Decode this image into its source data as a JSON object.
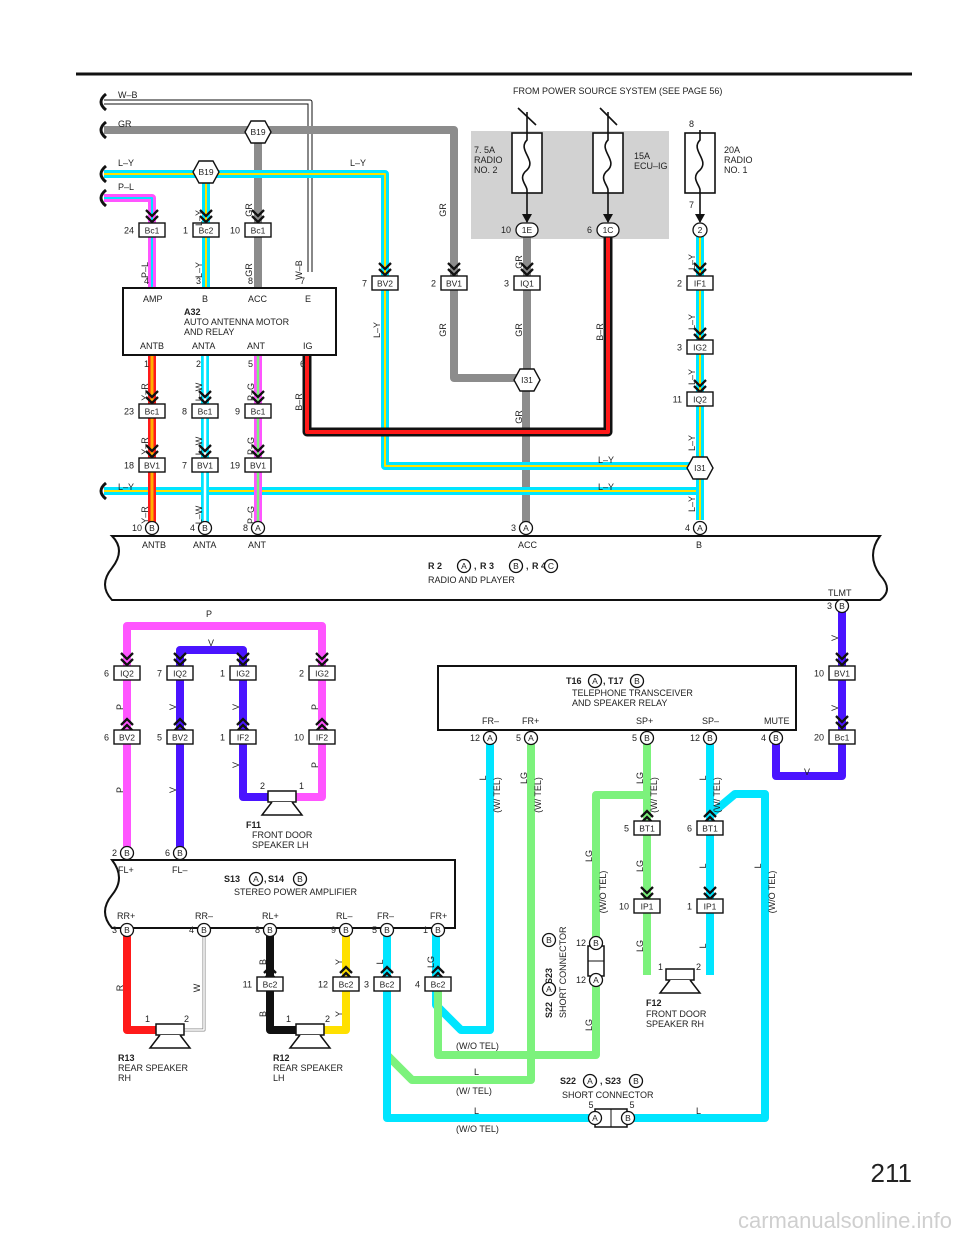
{
  "page": {
    "number": "211",
    "watermark": "carmanualsonline.info"
  },
  "colors": {
    "GR": "#8c8c8c",
    "L": "#00e5ff",
    "LG": "#7cf27c",
    "P": "#ff55ff",
    "V": "#4a14ff",
    "R": "#ff1a1a",
    "Y": "#ffe000",
    "B": "#111111",
    "W": "#ffffff",
    "O": "#ffb000",
    "ground": "#d2d2d2"
  },
  "power_source": {
    "note": "FROM POWER SOURCE SYSTEM (SEE PAGE 56)",
    "fuses": [
      {
        "lines": [
          "7. 5A",
          "RADIO",
          "NO. 2"
        ],
        "pin_in": "",
        "pin_out": "10",
        "connector": "1E"
      },
      {
        "lines": [
          "15A",
          "ECU–IG"
        ],
        "pin_in": "",
        "pin_out": "6",
        "connector": "1C"
      },
      {
        "lines": [
          "20A",
          "RADIO",
          "NO. 1"
        ],
        "pin_in": "8",
        "pin_out": "7",
        "connector": "2"
      }
    ]
  },
  "components": {
    "A32": {
      "id": "A32",
      "lines": [
        "AUTO ANTENNA MOTOR",
        "AND RELAY"
      ],
      "top_terms": [
        "AMP",
        "B",
        "ACC",
        "E"
      ],
      "bottom_terms": [
        "ANTB",
        "ANTA",
        "ANT",
        "IG"
      ]
    },
    "R2": {
      "title_parts": [
        "R 2",
        "A",
        ",",
        "R 3",
        "B",
        ",",
        "R 4",
        "C"
      ],
      "name": "RADIO AND PLAYER",
      "terms": [
        "ANTB",
        "ANTA",
        "ANT",
        "ACC",
        "B"
      ],
      "tlmt": "TLMT"
    },
    "T16": {
      "title_parts": [
        "T16",
        "A",
        ",",
        "T17",
        "B"
      ],
      "lines": [
        "TELEPHONE TRANSCEIVER",
        "AND SPEAKER RELAY"
      ],
      "terms": [
        "FR–",
        "FR+",
        "SP+",
        "SP–",
        "MUTE"
      ]
    },
    "S13": {
      "title_parts": [
        "S13",
        "A",
        ",",
        "S14",
        "B"
      ],
      "name": "STEREO POWER AMPLIFIER",
      "top_terms": [
        "FL+",
        "FL–"
      ],
      "bottom_terms": [
        "RR+",
        "RR–",
        "RL+",
        "RL–",
        "FR–",
        "FR+"
      ]
    },
    "F11": {
      "id": "F11",
      "lines": [
        "FRONT DOOR",
        "SPEAKER LH"
      ]
    },
    "F12": {
      "id": "F12",
      "lines": [
        "FRONT DOOR",
        "SPEAKER RH"
      ]
    },
    "R13": {
      "id": "R13",
      "lines": [
        "REAR SPEAKER",
        "RH"
      ]
    },
    "R12": {
      "id": "R12",
      "lines": [
        "REAR SPEAKER",
        "LH"
      ]
    },
    "S22_vertical": {
      "title_parts": [
        "S22",
        "A",
        ",",
        "S23",
        "B"
      ],
      "name": "SHORT CONNECTOR"
    },
    "S22_bottom": {
      "title_parts": [
        "S22",
        "A",
        ",",
        "S23",
        "B"
      ],
      "name": "SHORT CONNECTOR"
    }
  },
  "junctions": {
    "B19": "B19",
    "I31": "I31"
  },
  "connectors": [
    {
      "pin": "24",
      "code": "Bc1"
    },
    {
      "pin": "1",
      "code": "Bc2"
    },
    {
      "pin": "10",
      "code": "Bc1"
    },
    {
      "pin": "7",
      "code": "BV2"
    },
    {
      "pin": "2",
      "code": "BV1"
    },
    {
      "pin": "3",
      "code": "IQ1"
    },
    {
      "pin": "2",
      "code": "IF1"
    },
    {
      "pin": "3",
      "code": "IG2"
    },
    {
      "pin": "11",
      "code": "IQ2"
    },
    {
      "pin": "23",
      "code": "Bc1"
    },
    {
      "pin": "8",
      "code": "Bc1"
    },
    {
      "pin": "9",
      "code": "Bc1"
    },
    {
      "pin": "18",
      "code": "BV1"
    },
    {
      "pin": "7",
      "code": "BV1"
    },
    {
      "pin": "19",
      "code": "BV1"
    },
    {
      "pin": "6",
      "code": "IQ2"
    },
    {
      "pin": "7",
      "code": "IQ2"
    },
    {
      "pin": "1",
      "code": "IG2"
    },
    {
      "pin": "2",
      "code": "IG2"
    },
    {
      "pin": "6",
      "code": "BV2"
    },
    {
      "pin": "5",
      "code": "BV2"
    },
    {
      "pin": "1",
      "code": "IF2"
    },
    {
      "pin": "10",
      "code": "IF2"
    },
    {
      "pin": "10",
      "code": "BV1"
    },
    {
      "pin": "20",
      "code": "Bc1"
    },
    {
      "pin": "5",
      "code": "BT1"
    },
    {
      "pin": "6",
      "code": "BT1"
    },
    {
      "pin": "10",
      "code": "IP1"
    },
    {
      "pin": "1",
      "code": "IP1"
    },
    {
      "pin": "11",
      "code": "Bc2"
    },
    {
      "pin": "12",
      "code": "Bc2"
    },
    {
      "pin": "3",
      "code": "Bc2"
    },
    {
      "pin": "4",
      "code": "Bc2"
    }
  ],
  "pin_markers": [
    {
      "pin": "10",
      "letter": "B"
    },
    {
      "pin": "4",
      "letter": "B"
    },
    {
      "pin": "8",
      "letter": "A"
    },
    {
      "pin": "3",
      "letter": "A"
    },
    {
      "pin": "4",
      "letter": "A"
    },
    {
      "pin": "3",
      "letter": "B"
    },
    {
      "pin": "12",
      "letter": "A"
    },
    {
      "pin": "5",
      "letter": "A"
    },
    {
      "pin": "5",
      "letter": "B"
    },
    {
      "pin": "12",
      "letter": "B"
    },
    {
      "pin": "4",
      "letter": "B"
    },
    {
      "pin": "2",
      "letter": "B"
    },
    {
      "pin": "6",
      "letter": "B"
    },
    {
      "pin": "3",
      "letter": "B"
    },
    {
      "pin": "4",
      "letter": "B"
    },
    {
      "pin": "8",
      "letter": "B"
    },
    {
      "pin": "9",
      "letter": "B"
    },
    {
      "pin": "5",
      "letter": "B"
    },
    {
      "pin": "1",
      "letter": "B"
    },
    {
      "pin": "12",
      "letter": "B"
    },
    {
      "pin": "12",
      "letter": "A"
    },
    {
      "pin": "5",
      "letter": "A"
    },
    {
      "pin": "5",
      "letter": "B"
    }
  ],
  "wire_labels": {
    "wb": "W–B",
    "gr": "GR",
    "ly": "L–Y",
    "pl": "P–L",
    "yr": "Y–R",
    "lw": "L–W",
    "pg": "P–G",
    "br": "B–R",
    "p": "P",
    "v": "V",
    "l": "L",
    "lg": "LG",
    "r": "R",
    "y": "Y",
    "b": "B",
    "w": "W",
    "w_tel": "(W/ TEL)",
    "wo_tel": "(W/O TEL)"
  },
  "pin_numbers": {
    "a32_top": [
      "4",
      "3",
      "8",
      "7"
    ],
    "a32_bottom": [
      "1",
      "2",
      "5",
      "6"
    ],
    "spk_f11": [
      "2",
      "1"
    ],
    "spk_f12": [
      "1",
      "2"
    ],
    "spk_r13": [
      "1",
      "2"
    ],
    "spk_r12": [
      "1",
      "2"
    ]
  }
}
